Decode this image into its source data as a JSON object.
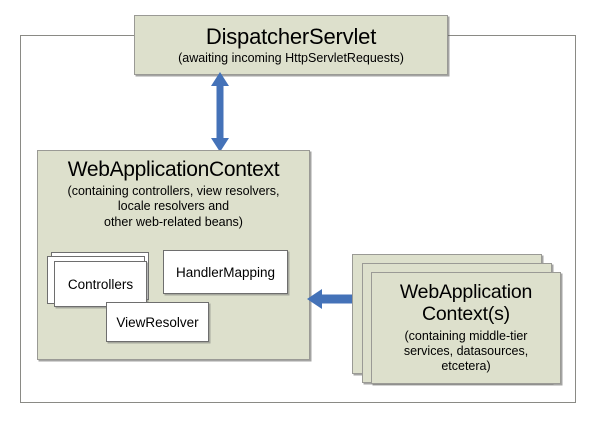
{
  "diagram": {
    "title": "Spring MVC context hierarchy diagram",
    "colors": {
      "box_fill": "#DDE0CC",
      "box_border": "#9A9A95",
      "inner_box_fill": "#FFFFFF",
      "inner_box_border": "#6E6E6E",
      "arrow": "#4472B8",
      "frame_border": "#8A8A85",
      "background": "#FFFFFF"
    },
    "outer_frame": {
      "label": "web-application-boundary"
    },
    "dispatcher_servlet": {
      "title": "DispatcherServlet",
      "subtitle": "(awaiting incoming HttpServletRequests)"
    },
    "web_application_context": {
      "title": "WebApplicationContext",
      "subtitle_line1": "(containing controllers, view resolvers,",
      "subtitle_line2": "locale resolvers and",
      "subtitle_line3": "other web-related beans)",
      "inner_boxes": [
        {
          "name": "controllers",
          "label": "Controllers",
          "stacked": true,
          "stack_count": 3
        },
        {
          "name": "handler-mapping",
          "label": "HandlerMapping",
          "stacked": false,
          "stack_count": 1
        },
        {
          "name": "view-resolver",
          "label": "ViewResolver",
          "stacked": false,
          "stack_count": 1
        }
      ]
    },
    "root_application_contexts": {
      "title_line1": "WebApplication",
      "title_line2": "Context(s)",
      "subtitle_line1": "(containing middle-tier",
      "subtitle_line2": "services, datasources,",
      "subtitle_line3": "etcetera)",
      "stack_count": 3
    },
    "arrows": [
      {
        "name": "dispatcher-to-webappcontext",
        "orientation": "vertical",
        "double_headed": true,
        "icon": "double-arrow-vertical-icon"
      },
      {
        "name": "webappcontext-to-root-contexts",
        "orientation": "horizontal",
        "double_headed": true,
        "icon": "double-arrow-horizontal-icon"
      }
    ]
  }
}
